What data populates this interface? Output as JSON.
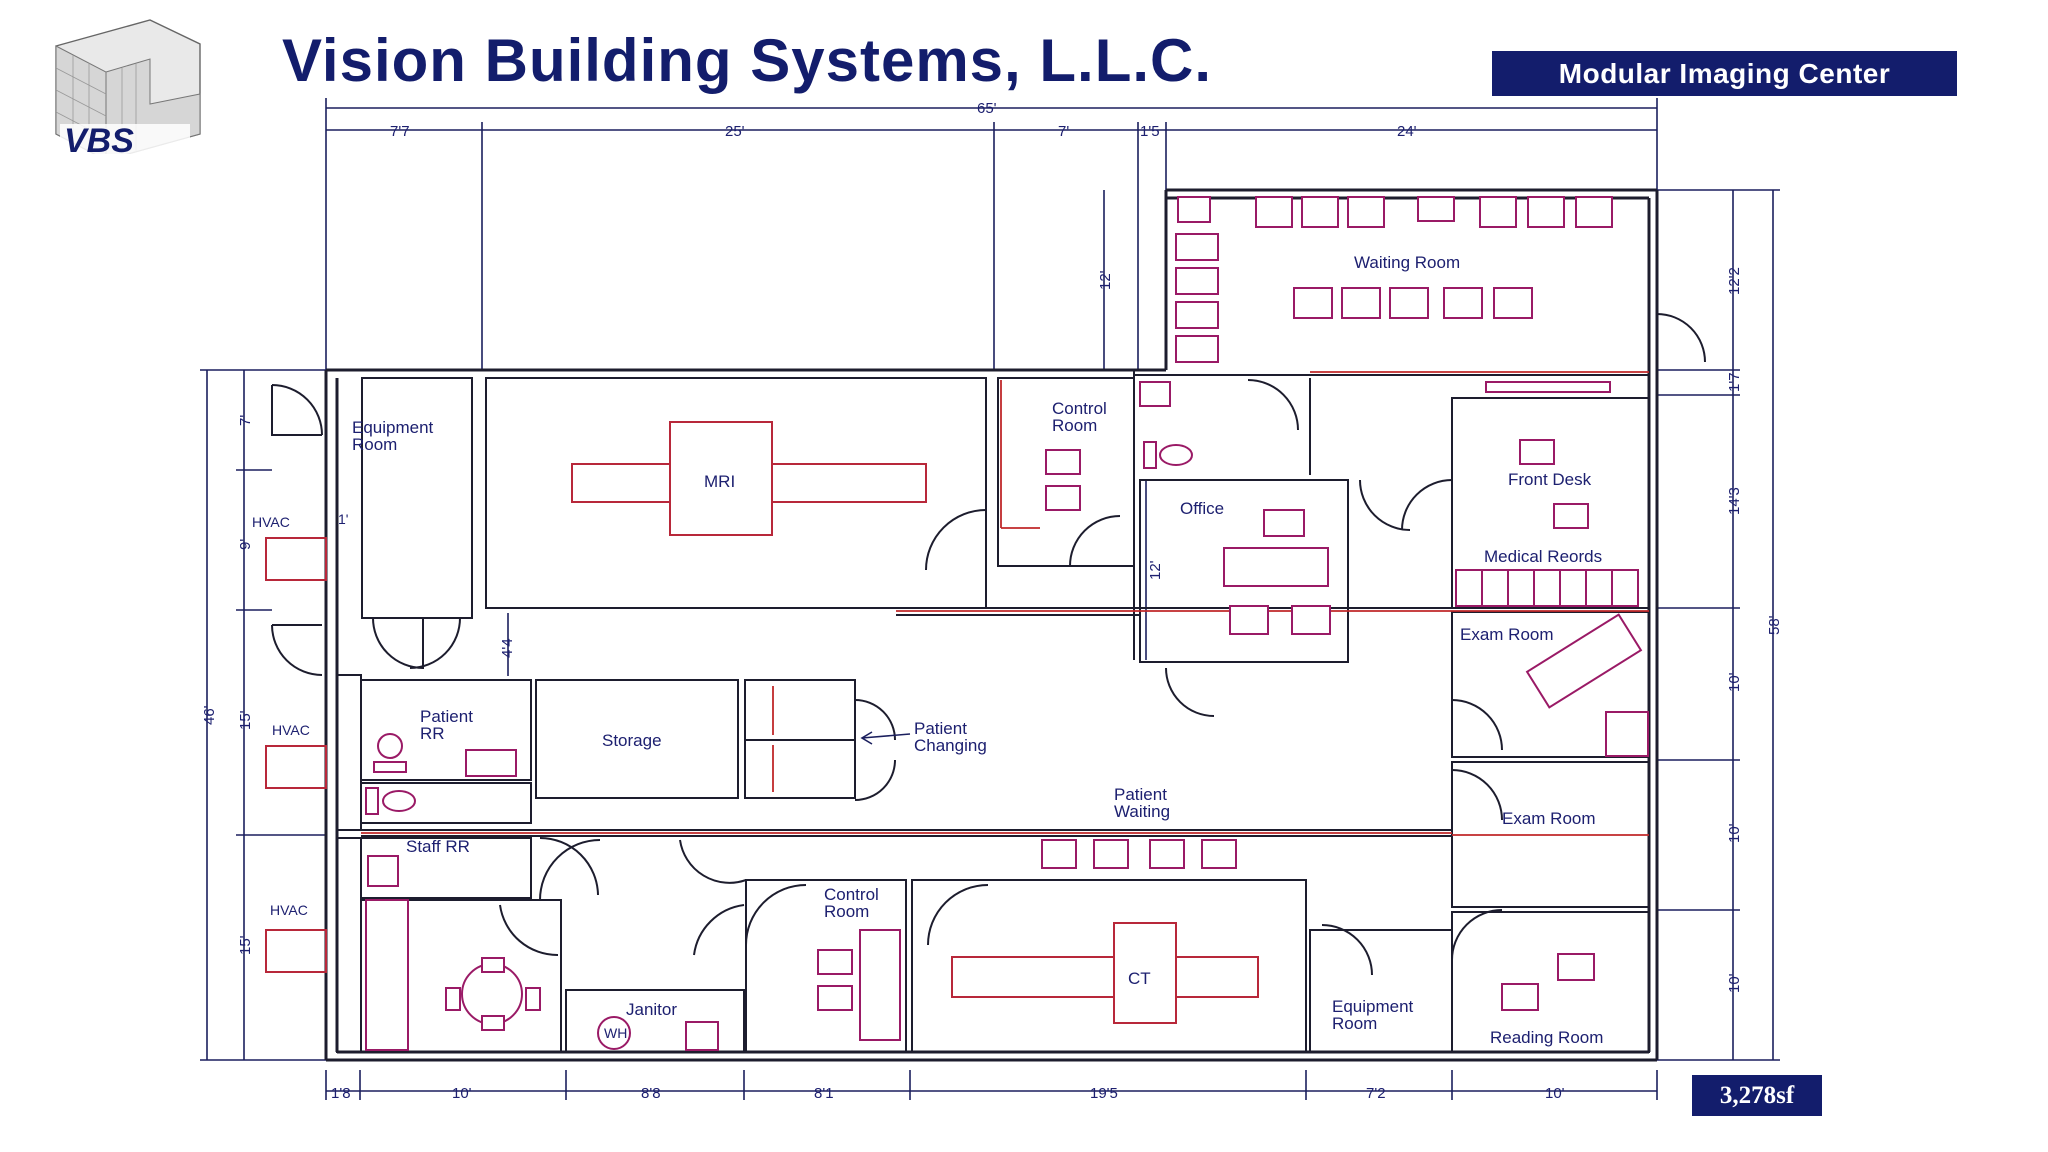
{
  "header": {
    "title": "Vision Building Systems, L.L.C.",
    "subtitle": "Modular Imaging Center",
    "logo_text": "VBS"
  },
  "footer": {
    "area": "3,278sf"
  },
  "rooms": {
    "equipment_top": [
      "Equipment",
      "Room"
    ],
    "mri": "MRI",
    "control_top": [
      "Control",
      "Room"
    ],
    "waiting_room": "Waiting Room",
    "office": "Office",
    "front_desk": "Front Desk",
    "medical_records": "Medical Reords",
    "exam_room_1": "Exam Room",
    "exam_room_2": "Exam Room",
    "patient_rr": [
      "Patient",
      "RR"
    ],
    "storage": "Storage",
    "patient_changing": [
      "Patient",
      "Changing"
    ],
    "patient_waiting": [
      "Patient",
      "Waiting"
    ],
    "staff_rr": "Staff RR",
    "control_bottom": [
      "Control",
      "Room"
    ],
    "ct": "CT",
    "equipment_bottom": [
      "Equipment",
      "Room"
    ],
    "reading_room": "Reading Room",
    "janitor": "Janitor",
    "water_heater": "WH",
    "hvac_1": "HVAC",
    "hvac_2": "HVAC",
    "hvac_3": "HVAC"
  },
  "dimensions": {
    "top_total": "65'",
    "top_segments": [
      "7'7",
      "25'",
      "7'",
      "1'5",
      "24'"
    ],
    "bottom_segments": [
      "1'8",
      "10'",
      "8'8",
      "8'1",
      "19'5",
      "7'2",
      "10'"
    ],
    "left_total": "46'",
    "left_segments": [
      "7'",
      "9'",
      "15'",
      "15'"
    ],
    "right_total": "58'",
    "right_segments": [
      "12'2",
      "1'7",
      "14'3",
      "10'",
      "10'",
      "10'"
    ],
    "waiting_height": "12'",
    "office_height": "12'",
    "equipment_gap": "1'",
    "corridor_width": "4'4"
  }
}
